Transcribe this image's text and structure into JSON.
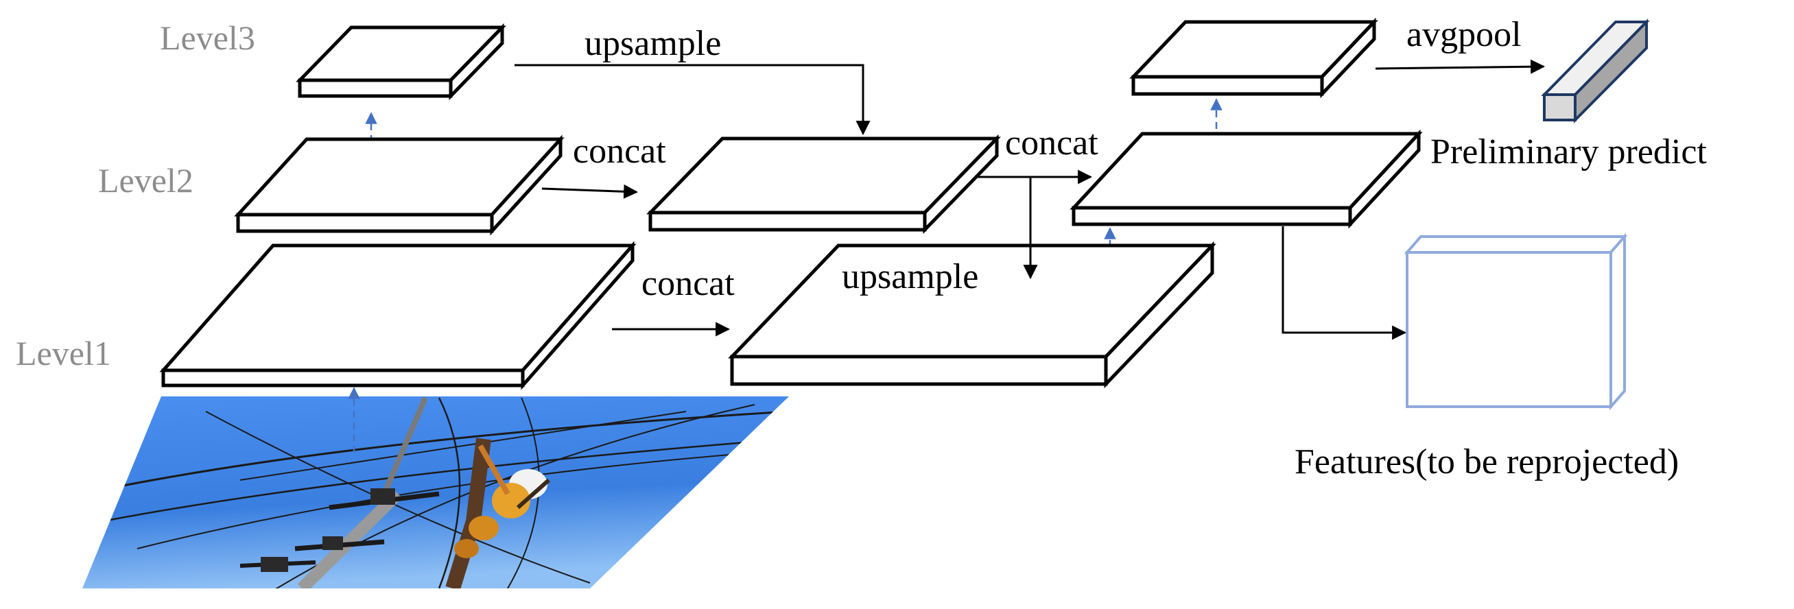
{
  "levels": {
    "level1": "Level1",
    "level2": "Level2",
    "level3": "Level3"
  },
  "operations": {
    "upsample_top": "upsample",
    "upsample_mid": "upsample",
    "concat_level2": "concat",
    "concat_level1": "concat",
    "concat_right": "concat",
    "avgpool": "avgpool"
  },
  "outputs": {
    "preliminary_predict": "Preliminary predict",
    "features": "Features(to be reprojected)"
  },
  "colors": {
    "dashed_arrow": "#4472c4",
    "feature_cube": "#8faadc",
    "predict_bar_face": "#d9d9d9",
    "predict_bar_outline": "#1f3864",
    "level_label": "#8c8c8c",
    "sky_photo": "#3f86e6"
  }
}
